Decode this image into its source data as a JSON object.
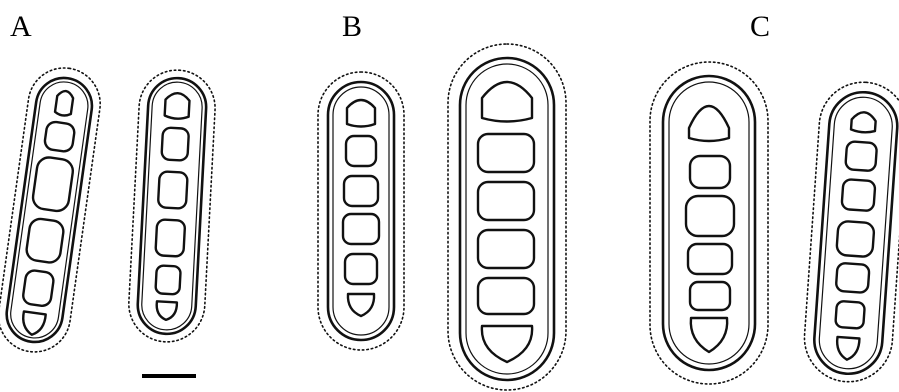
{
  "panels": [
    {
      "id": "a",
      "label": "A",
      "spores": [
        {
          "cells": 6
        },
        {
          "cells": 6
        }
      ]
    },
    {
      "id": "b",
      "label": "B",
      "spores": [
        {
          "cells": 6
        },
        {
          "cells": 6
        }
      ]
    },
    {
      "id": "c",
      "label": "C",
      "spores": [
        {
          "cells": 6
        },
        {
          "cells": 7
        }
      ]
    }
  ],
  "scale_bar": {
    "present": true
  }
}
